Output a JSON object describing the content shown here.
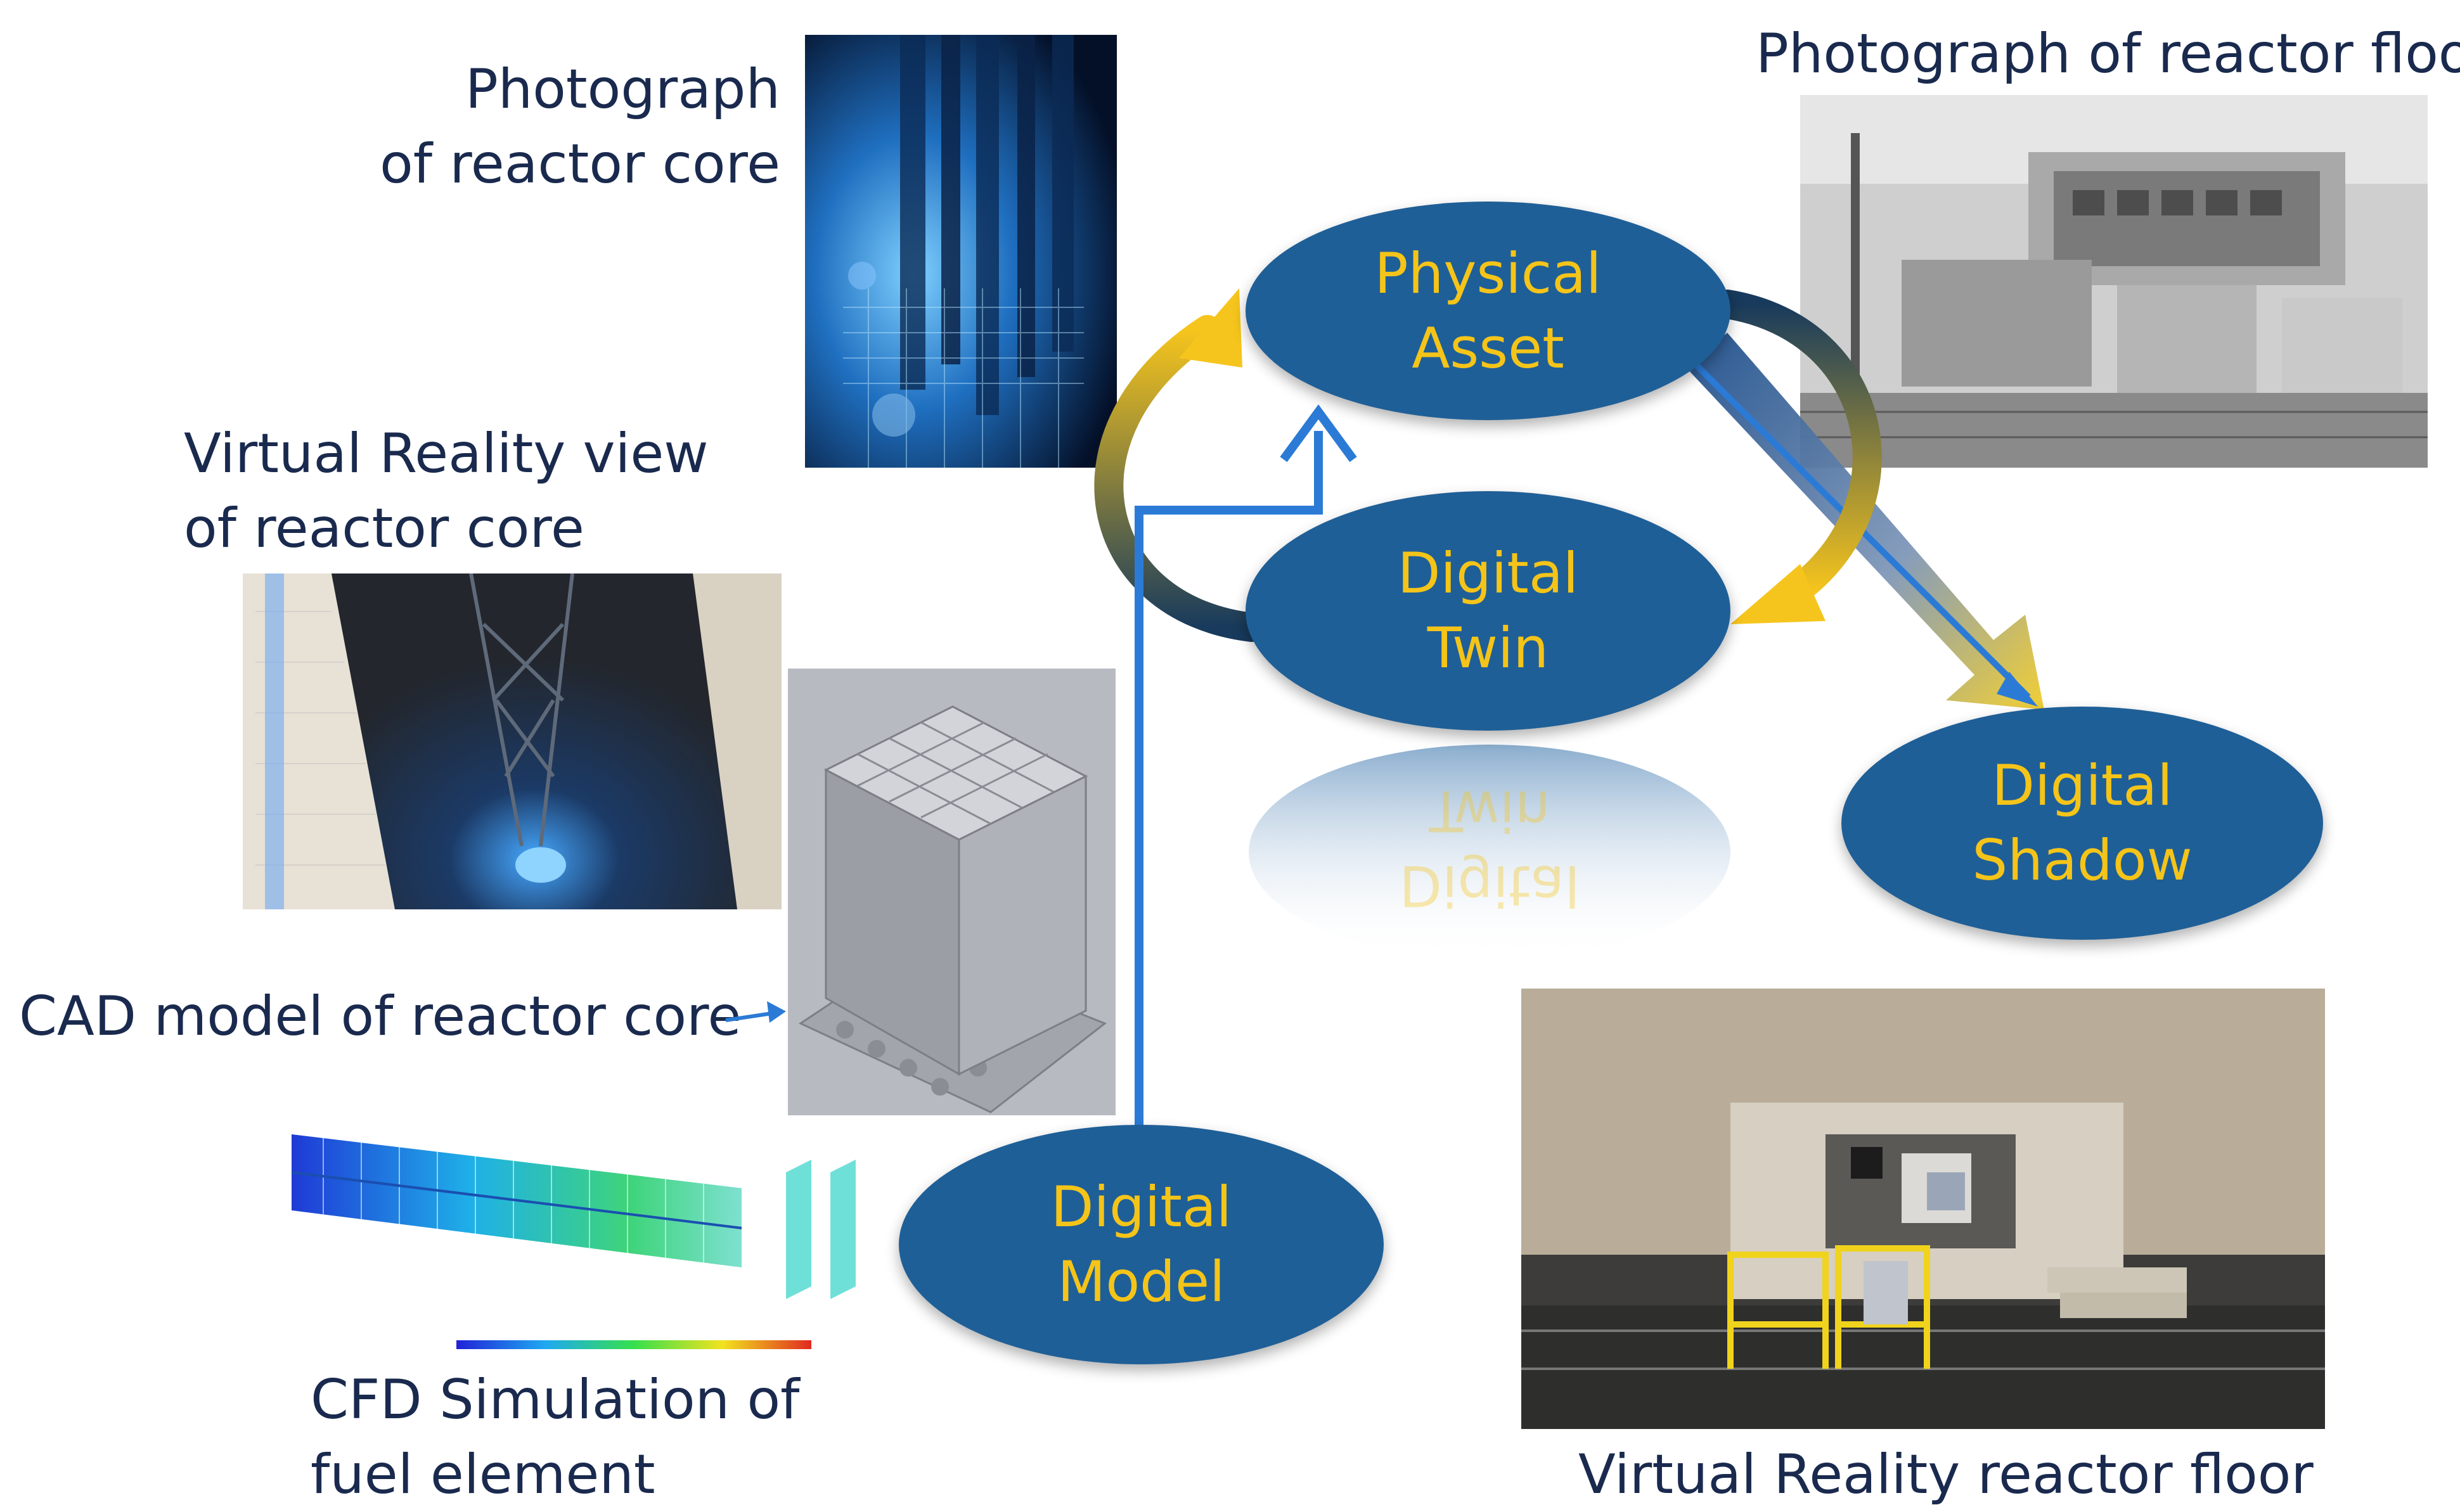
{
  "labels": {
    "core_photo_line1": "Photograph",
    "core_photo_line2": "of reactor core",
    "floor_photo": "Photograph of reactor floor",
    "vr_core_line1": "Virtual Reality view",
    "vr_core_line2": "of reactor core",
    "cad_model": "CAD model of reactor core",
    "cfd_line1": "CFD Simulation of",
    "cfd_line2": "fuel element",
    "vr_floor": "Virtual Reality reactor floor"
  },
  "nodes": {
    "physical_asset": [
      "Physical",
      "Asset"
    ],
    "digital_twin": [
      "Digital",
      "Twin"
    ],
    "digital_shadow": [
      "Digital",
      "Shadow"
    ],
    "digital_model": [
      "Digital",
      "Model"
    ]
  },
  "colors": {
    "node_fill": "#1f5f97",
    "node_text": "#f5c419",
    "label_text": "#1a2a4e",
    "connector_blue": "#2b7bd6",
    "cycle_arrow_gold": "#f5c419"
  }
}
